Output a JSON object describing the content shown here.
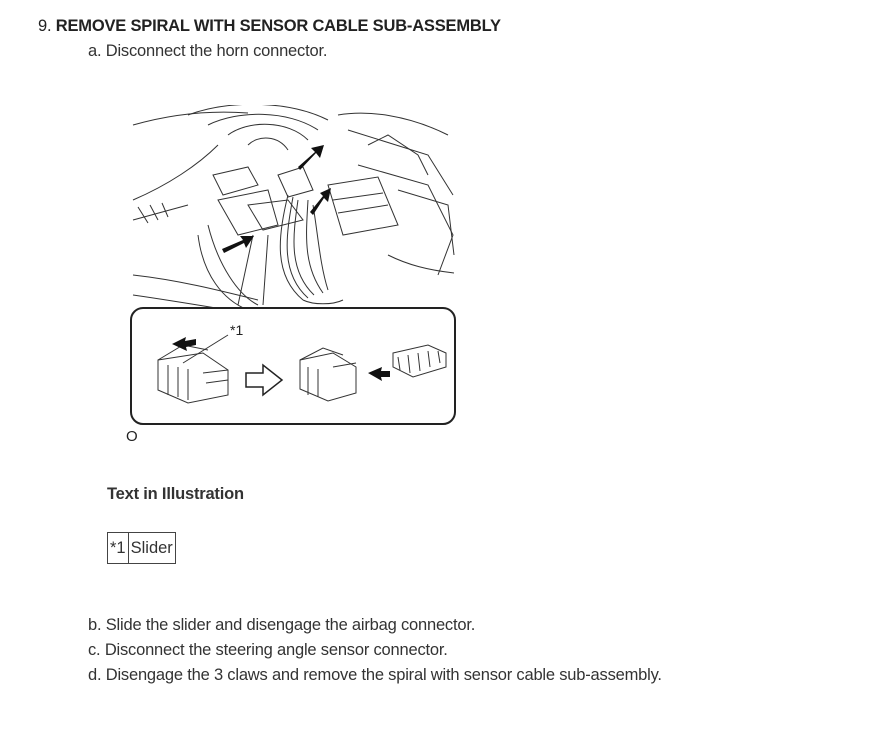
{
  "step": {
    "number": "9.",
    "title": "REMOVE SPIRAL WITH SENSOR CABLE SUB-ASSEMBLY"
  },
  "substeps": {
    "a": "a. Disconnect the horn connector.",
    "b": "b. Slide the slider and disengage the airbag connector.",
    "c": "c. Disconnect the steering angle sensor connector.",
    "d": "d. Disengage the 3 claws and remove the spiral with sensor cable sub-assembly."
  },
  "figure": {
    "callout": "*1",
    "code": "O"
  },
  "legend": {
    "title": "Text in Illustration",
    "rows": [
      {
        "key": "*1",
        "label": "Slider"
      }
    ]
  }
}
